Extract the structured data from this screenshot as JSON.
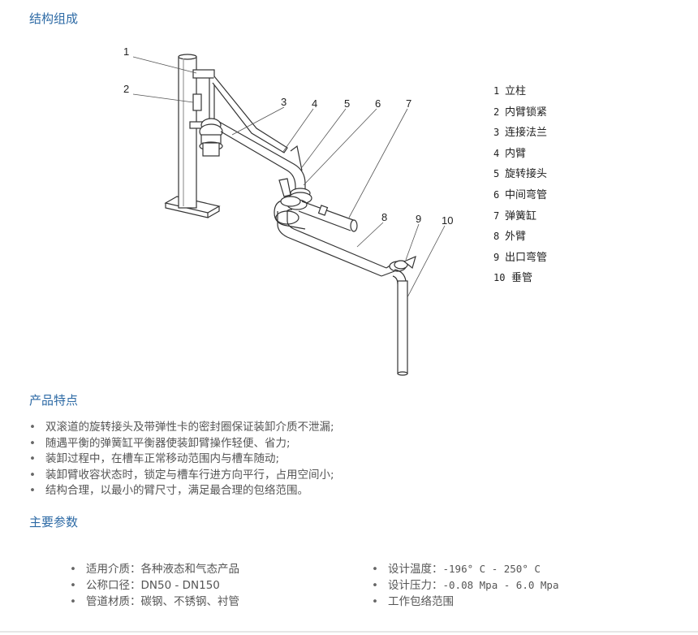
{
  "sections": {
    "structure_title": "结构组成",
    "features_title": "产品特点",
    "params_title": "主要参数"
  },
  "diagram": {
    "callout_numbers": [
      "1",
      "2",
      "3",
      "4",
      "5",
      "6",
      "7",
      "8",
      "9",
      "10"
    ]
  },
  "legend": [
    {
      "num": "1",
      "label": "立柱"
    },
    {
      "num": "2",
      "label": "内臂锁紧"
    },
    {
      "num": "3",
      "label": "连接法兰"
    },
    {
      "num": "4",
      "label": "内臂"
    },
    {
      "num": "5",
      "label": "旋转接头"
    },
    {
      "num": "6",
      "label": "中间弯管"
    },
    {
      "num": "7",
      "label": "弹簧缸"
    },
    {
      "num": "8",
      "label": "外臂"
    },
    {
      "num": "9",
      "label": "出口弯管"
    },
    {
      "num": "10",
      "label": "垂管"
    }
  ],
  "features": [
    "双滚道的旋转接头及带弹性卡的密封圈保证装卸介质不泄漏;",
    "随遇平衡的弹簧缸平衡器使装卸臂操作轻便、省力;",
    "装卸过程中，在槽车正常移动范围内与槽车随动;",
    "装卸臂收容状态时，锁定与槽车行进方向平行，占用空间小;",
    "结构合理，以最小的臂尺寸，满足最合理的包络范围。"
  ],
  "params_left": [
    {
      "label": "适用介质：",
      "value": "各种液态和气态产品"
    },
    {
      "label": "公称口径：",
      "value": "DN50 - DN150"
    },
    {
      "label": "管道材质：",
      "value": "碳钢、不锈钢、衬管"
    }
  ],
  "params_right": [
    {
      "label": "设计温度：",
      "value": "-196° C - 250° C"
    },
    {
      "label": "设计压力：",
      "value": "-0.08 Mpa - 6.0 Mpa"
    },
    {
      "label": "工作包络范围",
      "value": ""
    }
  ],
  "bullet_char": "•"
}
